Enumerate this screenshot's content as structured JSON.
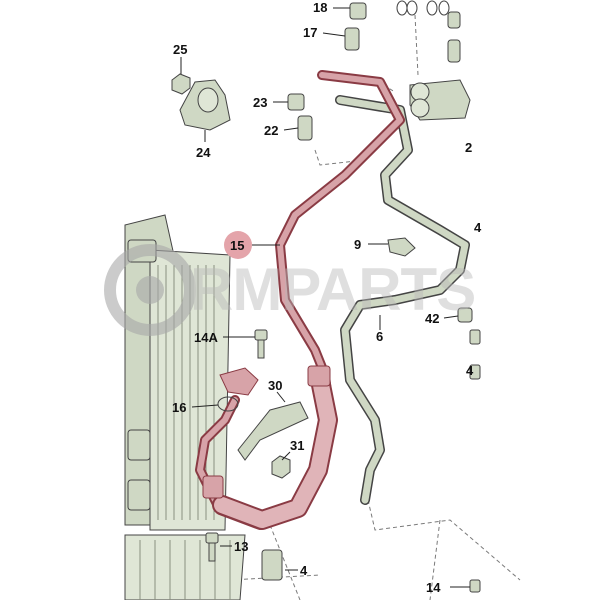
{
  "diagram": {
    "watermark_text": "RMPARTS",
    "callouts": {
      "c25": "25",
      "c24": "24",
      "c18": "18",
      "c17": "17",
      "c23": "23",
      "c22": "22",
      "c2": "2",
      "c15": "15",
      "c9": "9",
      "c14a": "14A",
      "c42": "42",
      "c6": "6",
      "c4r": "4",
      "c4rr": "4",
      "c30": "30",
      "c16": "16",
      "c31": "31",
      "c13": "13",
      "c4": "4",
      "c14": "14"
    },
    "colors": {
      "highlight_pipe": "#d7a3a8",
      "highlight_outline": "#8a3b44",
      "component_fill": "#cfd8c4",
      "line": "#444444",
      "callout_badge": "#e4a4aa"
    }
  }
}
